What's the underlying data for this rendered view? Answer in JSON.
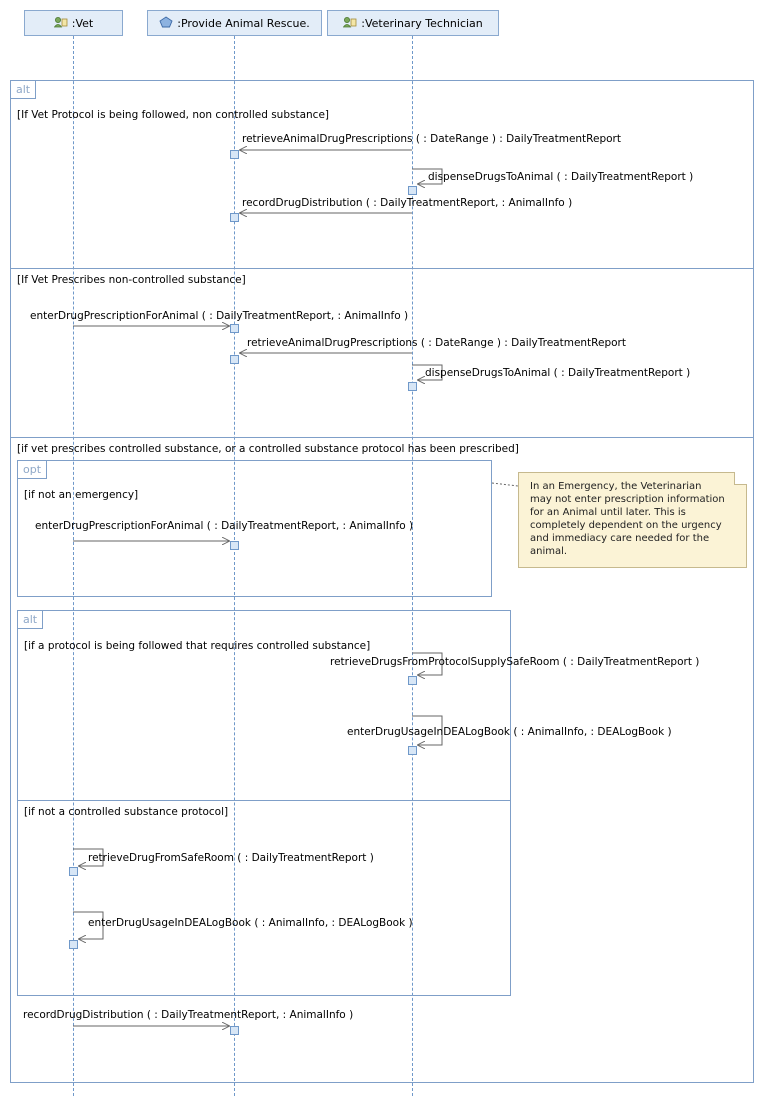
{
  "lifelines": {
    "vet": ":Vet",
    "rescue": ":Provide Animal Rescue.",
    "tech": ":Veterinary Technician"
  },
  "fragments": {
    "outer_alt_tag": "alt",
    "opt_tag": "opt",
    "inner_alt_tag": "alt"
  },
  "guards": {
    "g1": "[If Vet Protocol is being followed, non controlled substance]",
    "g2": "[If Vet Prescribes non-controlled substance]",
    "g3": "[if vet prescribes controlled substance, or a controlled substance protocol has been prescribed]",
    "g4": "[if not an emergency]",
    "g5": "[if a protocol is being followed that requires controlled substance]",
    "g6": "[if not a controlled substance protocol]"
  },
  "messages": {
    "m1": "retrieveAnimalDrugPrescriptions (  : DateRange ) : DailyTreatmentReport",
    "m2": "dispenseDrugsToAnimal (  : DailyTreatmentReport )",
    "m3": "recordDrugDistribution (  : DailyTreatmentReport,   : AnimalInfo )",
    "m4": "enterDrugPrescriptionForAnimal (  : DailyTreatmentReport,   : AnimalInfo )",
    "m5": "retrieveAnimalDrugPrescriptions (  : DateRange ) : DailyTreatmentReport",
    "m6": "dispenseDrugsToAnimal (  : DailyTreatmentReport )",
    "m7": "enterDrugPrescriptionForAnimal (  : DailyTreatmentReport,   : AnimalInfo )",
    "m8": "retrieveDrugsFromProtocolSupplySafeRoom (  : DailyTreatmentReport )",
    "m9": "enterDrugUsageInDEALogBook (  : AnimalInfo,   : DEALogBook )",
    "m10": "retrieveDrugFromSafeRoom (  : DailyTreatmentReport )",
    "m11": "enterDrugUsageInDEALogBook (  : AnimalInfo,   : DEALogBook )",
    "m12": "recordDrugDistribution (  : DailyTreatmentReport,   : AnimalInfo )"
  },
  "note": "In an Emergency, the Veterinarian may not enter prescription information for an Animal until later. This is completely dependent on the urgency and immediacy care needed for the animal.",
  "colors": {
    "lifeline_fill": "#e3edf8",
    "frame_line": "#7f9fc8",
    "note_fill": "#fbf3d6"
  }
}
